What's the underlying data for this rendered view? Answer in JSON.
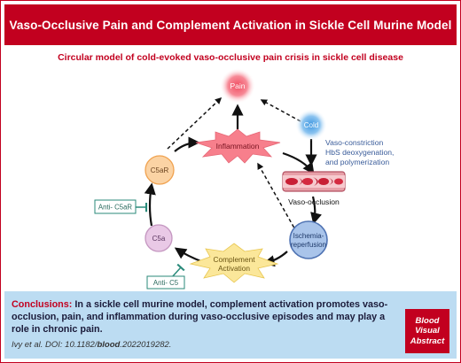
{
  "header": {
    "title": "Vaso-Occlusive Pain and Complement Activation in Sickle Cell Murine Model"
  },
  "subtitle": "Circular model of cold-evoked vaso-occlusive pain crisis in sickle cell disease",
  "nodes": {
    "pain": "Pain",
    "cold": "Cold",
    "inflammation": "Inflammation",
    "c5ar": "C5aR",
    "c5a": "C5a",
    "anti_c5ar": "Anti- C5aR",
    "anti_c5": "Anti- C5",
    "complement_line1": "Complement",
    "complement_line2": "Activation",
    "ischemia_line1": "Ischemia-",
    "ischemia_line2": "reperfusion",
    "vaso_occlusion": "Vaso-occlusion",
    "cold_effect_line1": "Vaso-constriction",
    "cold_effect_line2": "HbS deoxygenation,",
    "cold_effect_line3": "and polymerization"
  },
  "conclusions": {
    "heading": "Conclusions:",
    "text": "In a sickle cell murine model, complement activation promotes vaso-occlusion, pain, and inflammation during vaso-occlusive episodes and may play a role in chronic pain.",
    "citation_prefix": "Ivy et al. DOI: 10.1182/",
    "citation_highlight": "blood",
    "citation_suffix": ".2022019282."
  },
  "badge": {
    "line1": "Blood",
    "line2": "Visual",
    "line3": "Abstract"
  },
  "colors": {
    "brand_red": "#c2001f",
    "conclusion_bg": "#bcdcf2",
    "pain_glow": "#f46a7a",
    "cold_glow": "#5aa8e6",
    "c5ar_fill": "#fbd3a4",
    "c5a_fill": "#e9c9e6",
    "ischemia_fill": "#a9c4ea",
    "inflammation_fill": "#f77f8c",
    "complement_fill": "#fbe79a"
  }
}
